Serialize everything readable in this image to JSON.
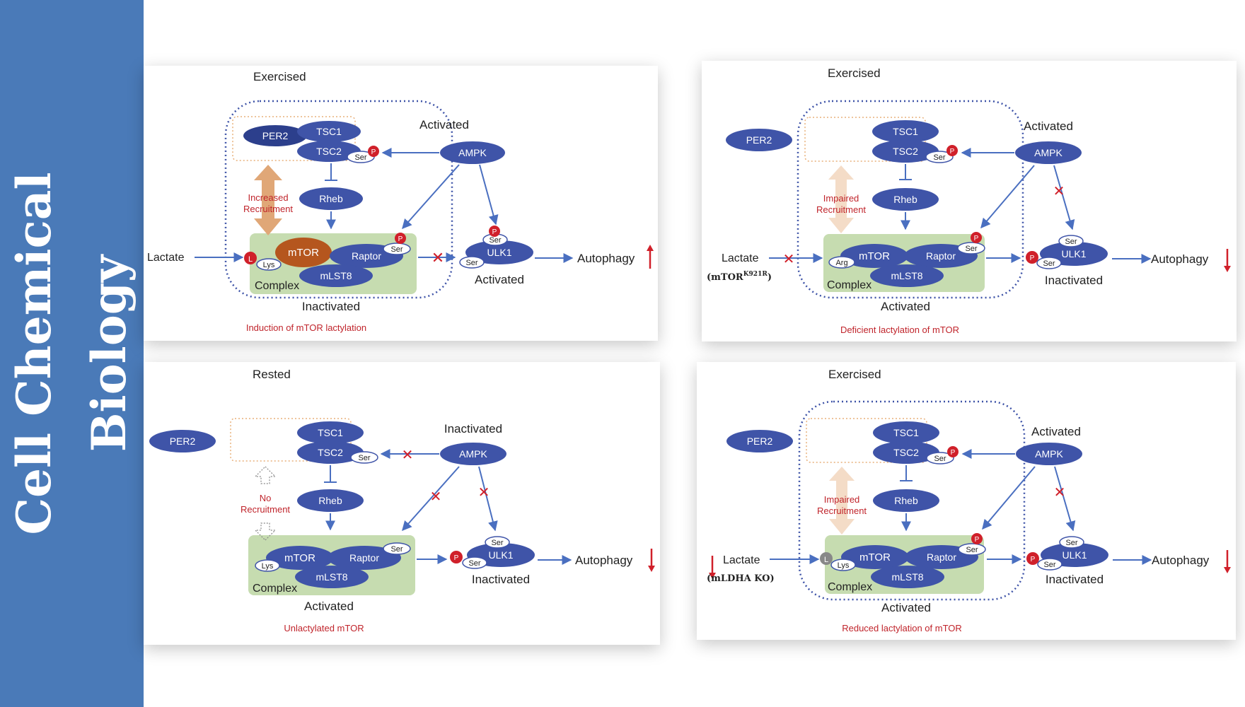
{
  "journal": {
    "line1": "Cell Chemical",
    "line2": "Biology"
  },
  "colors": {
    "sidebar": "#4a7ab8",
    "protein": "#3f54a8",
    "complex_bg": "#c6dcb0",
    "mtor_lact": "#b5561e",
    "caption_red": "#c0242b",
    "arrow": "#4a6fc0"
  },
  "labels": {
    "per2": "PER2",
    "tsc1": "TSC1",
    "tsc2": "TSC2",
    "rheb": "Rheb",
    "ampk": "AMPK",
    "mtor": "mTOR",
    "raptor": "Raptor",
    "mlst8": "mLST8",
    "ulk1": "ULK1",
    "ser": "Ser",
    "p": "P",
    "lys": "Lys",
    "arg": "Arg",
    "l": "L",
    "complex": "Complex",
    "autophagy": "Autophagy",
    "lactate": "Lactate",
    "activated": "Activated",
    "inactivated": "Inactivated",
    "increased_recruitment": [
      "Increased",
      "Recruitment"
    ],
    "impaired_recruitment": [
      "Impaired",
      "Recruitment"
    ],
    "no_recruitment": [
      "No",
      "Recruitment"
    ]
  },
  "panels": {
    "p1": {
      "state": "Exercised",
      "ampk_state": "Activated",
      "ulk1_state": "Activated",
      "complex_state": "Inactivated",
      "caption": "Induction of mTOR lactylation",
      "autophagy_dir": "up"
    },
    "p2": {
      "state": "Exercised",
      "ampk_state": "Activated",
      "ulk1_state": "Inactivated",
      "complex_state": "Activated",
      "caption": "Deficient lactylation of mTOR",
      "lactate_sub": "(mTOR",
      "lactate_sup": "K921R",
      "lactate_close": ")",
      "autophagy_dir": "down"
    },
    "p3": {
      "state": "Rested",
      "ampk_state": "Inactivated",
      "ulk1_state": "Inactivated",
      "complex_state": "Activated",
      "caption": "Unlactylated mTOR",
      "autophagy_dir": "down"
    },
    "p4": {
      "state": "Exercised",
      "ampk_state": "Activated",
      "ulk1_state": "Inactivated",
      "complex_state": "Activated",
      "caption": "Reduced lactylation of mTOR",
      "lactate_sub": "(mLDHA KO)",
      "autophagy_dir": "down"
    }
  }
}
